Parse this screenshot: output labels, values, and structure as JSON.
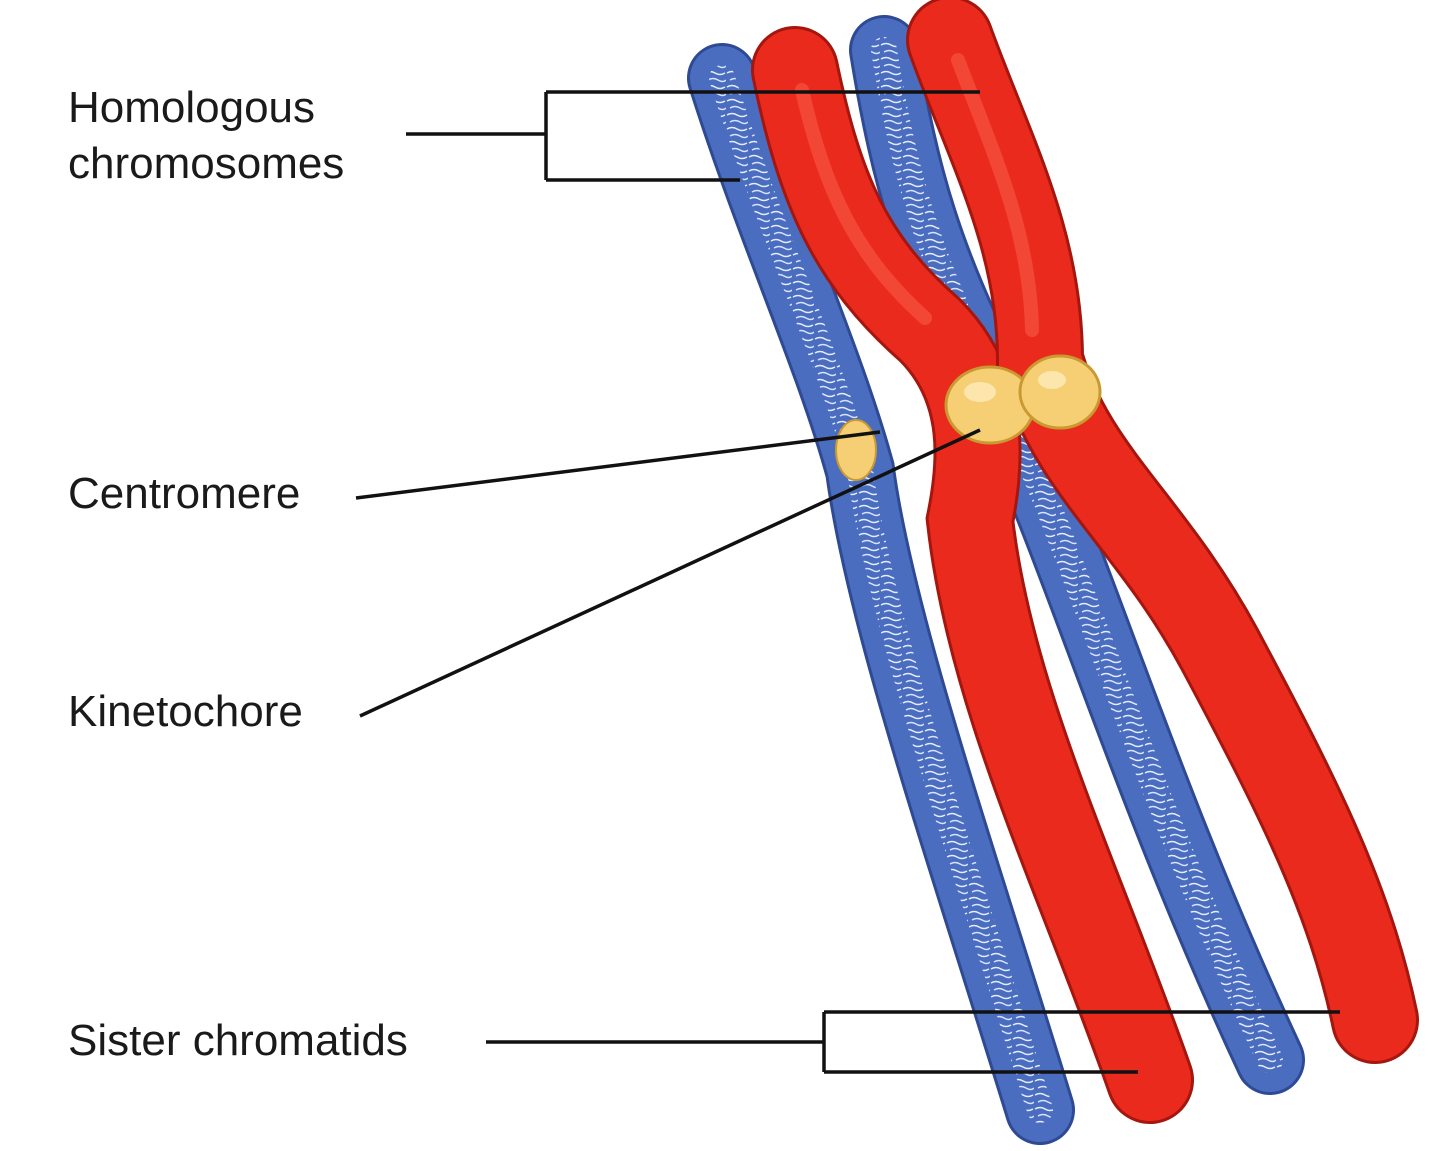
{
  "labels": {
    "homologous_line1": "Homologous",
    "homologous_line2": "chromosomes",
    "centromere": "Centromere",
    "kinetochore": "Kinetochore",
    "sister_chromatids": "Sister chromatids"
  },
  "colors": {
    "homolog_a": "#4a6dc0",
    "homolog_a_edge": "#2f4a94",
    "homolog_b": "#ea2a1d",
    "homolog_b_edge": "#a5160e",
    "centromere": "#f6cf74",
    "leader_line": "#111111"
  }
}
